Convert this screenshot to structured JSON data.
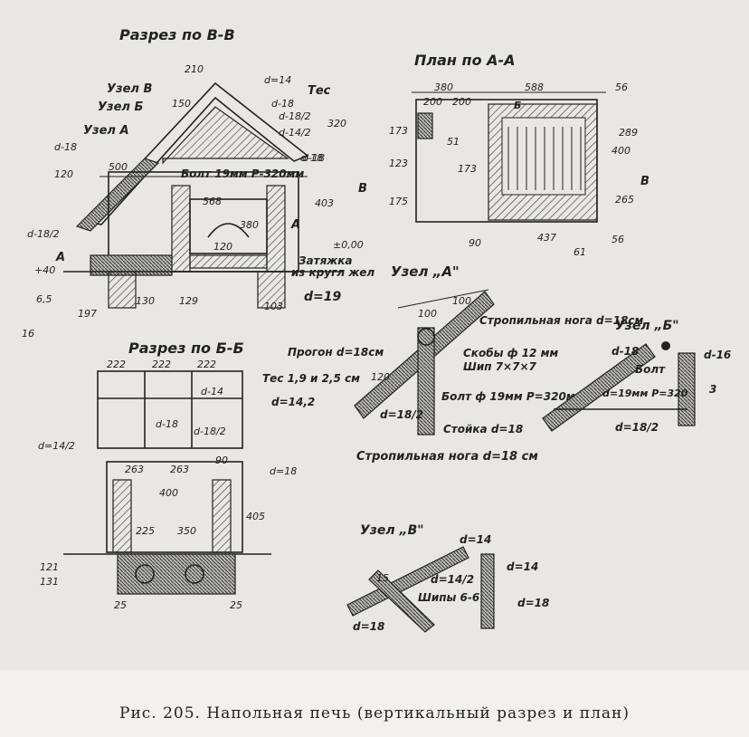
{
  "caption": "Рис. 205. Напольная печь (вертикальный разрез и план)",
  "section_bb": {
    "title": "Разрез по В-В",
    "labels": {
      "uzel_v": "Узел В",
      "uzel_b": "Узел Б",
      "uzel_a": "Узел А",
      "tes": "Тес",
      "bolt": "Болт 19мм Р-320мм",
      "zatyazhka_1": "Затяжка",
      "zatyazhka_2": "из кругл жел",
      "a_mark_left": "А",
      "a_mark_right": "А"
    },
    "dims": [
      "210",
      "d=14",
      "150",
      "d-18",
      "d-18/2",
      "d-14/2",
      "320",
      "d-18",
      "500",
      "120",
      "d-18",
      "d-18/2",
      "+40",
      "6,5",
      "197",
      "16",
      "568",
      "380",
      "120",
      "130",
      "129",
      "103",
      "d-18",
      "403",
      "±0,00",
      "d=19"
    ]
  },
  "plan_aa": {
    "title": "План по А-А",
    "dims": [
      "380",
      "588",
      "200",
      "200",
      "56",
      "51",
      "173",
      "123",
      "173",
      "175",
      "400",
      "289",
      "265",
      "90",
      "437",
      "61",
      "56"
    ],
    "marks": {
      "b_left": "В",
      "b_right": "В",
      "b_small": "Б"
    }
  },
  "section_bb2": {
    "title": "Разрез по Б-Б",
    "dims_top": [
      "222",
      "222",
      "222"
    ],
    "dims": [
      "d-14",
      "d-18",
      "d-18/2",
      "d=14/2",
      "263",
      "263",
      "90",
      "400",
      "d=18",
      "405",
      "225",
      "350",
      "121",
      "131",
      "25",
      "25"
    ]
  },
  "node_a": {
    "title": "Узел „А\"",
    "labels": [
      "Стропильная нога d=18см",
      "Прогон d=18см",
      "Скобы ф 12 мм",
      "Шип 7×7×7",
      "Тес 1,9 и 2,5 см",
      "d=14,2",
      "d=18/2",
      "Болт ф 19мм Р=320мм",
      "Стойка d=18",
      "Стропильная нога d=18 см"
    ],
    "dims": [
      "100",
      "100",
      "120"
    ]
  },
  "node_b": {
    "title": "Узел „Б\"",
    "labels": [
      "d-18",
      "d-16",
      "Болт",
      "d=19мм Р=320",
      "3",
      "d=18/2"
    ]
  },
  "node_v": {
    "title": "Узел „В\"",
    "labels": [
      "d=14",
      "d=14",
      "15",
      "d=14/2",
      "Шипы 6-6",
      "d=18",
      "d=18"
    ]
  }
}
